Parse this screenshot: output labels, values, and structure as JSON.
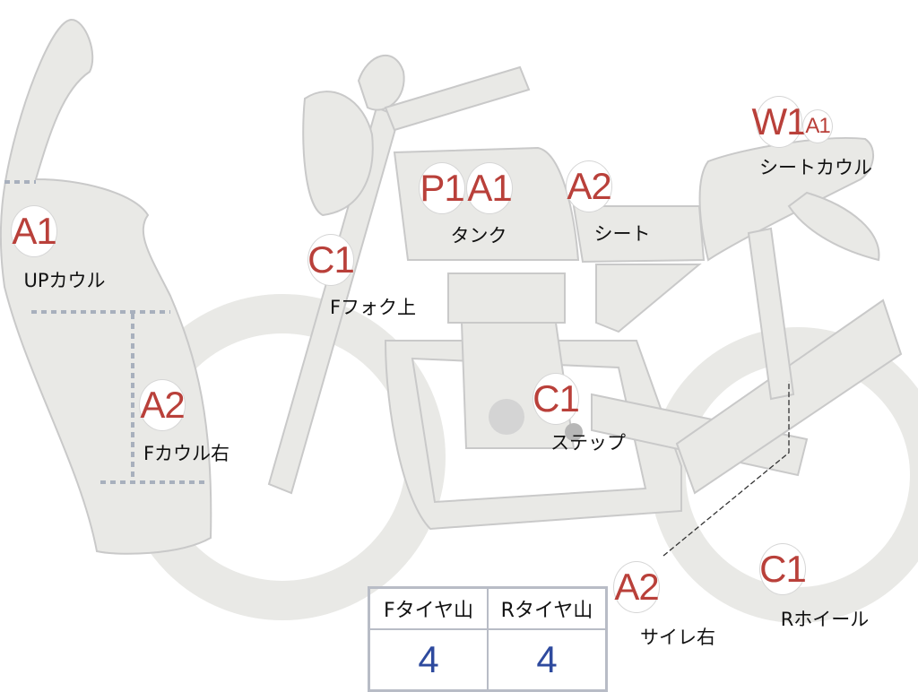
{
  "colors": {
    "part_fill": "#e9e9e6",
    "part_stroke": "#c9c9c9",
    "code": "#b9403a",
    "value": "#2e4a9e"
  },
  "marks": [
    {
      "code": "A1",
      "part": "UPカウル"
    },
    {
      "code": "A2",
      "part": "Fカウル右"
    },
    {
      "code": "C1",
      "part": "Fフォク上"
    },
    {
      "codes": [
        "P1",
        "A1"
      ],
      "part": "タンク"
    },
    {
      "code": "A2",
      "part": "シート"
    },
    {
      "codes": [
        "W1",
        "A1"
      ],
      "part": "シートカウル"
    },
    {
      "code": "C1",
      "part": "ステップ"
    },
    {
      "code": "A2",
      "part": "サイレ右"
    },
    {
      "code": "C1",
      "part": "Rホイール"
    }
  ],
  "tire_table": {
    "headers": [
      "Fタイヤ山",
      "Rタイヤ山"
    ],
    "values": [
      "4",
      "4"
    ]
  }
}
